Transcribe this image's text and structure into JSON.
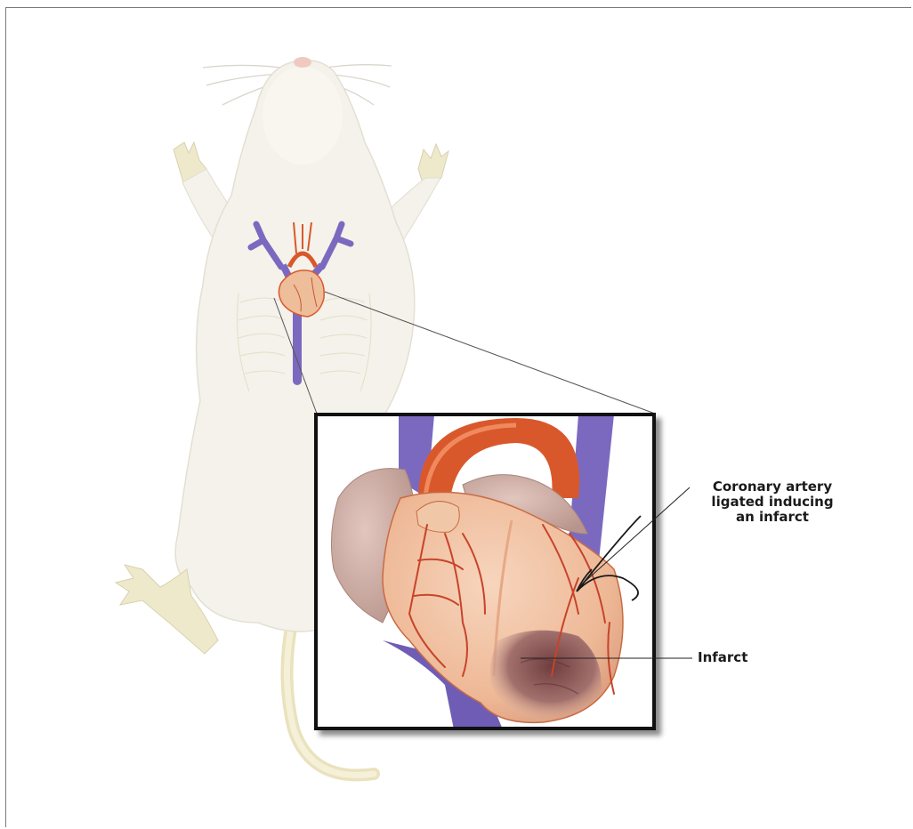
{
  "labels": {
    "coronary_line1": "Coronary artery",
    "coronary_line2": "ligated inducing",
    "coronary_line3": "an infarct",
    "infarct": "Infarct"
  },
  "colors": {
    "fur": "#f4f2ea",
    "fur_shadow": "#e4e1d4",
    "paws": "#eee7c4",
    "vein": "#7b69c0",
    "artery": "#d9582b",
    "heart": "#f2c4a4",
    "atrium": "#d2b2aa",
    "infarct": "#8e5d5a"
  }
}
